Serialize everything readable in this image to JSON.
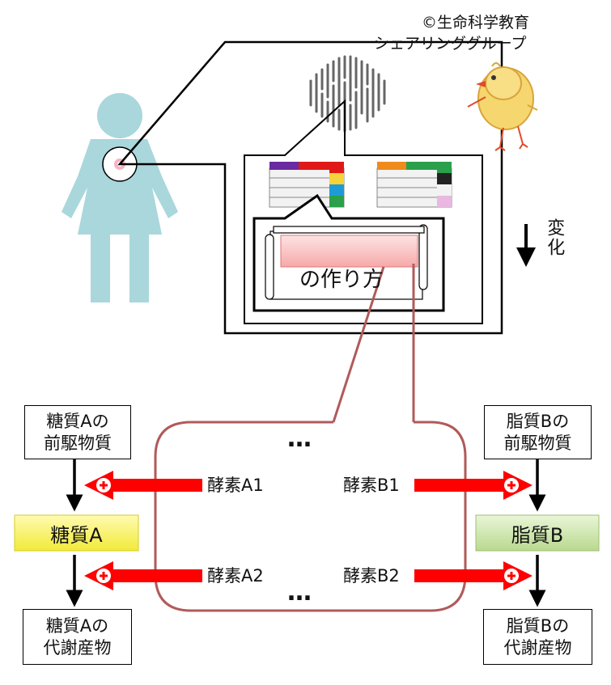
{
  "credit": {
    "line1": "©生命科学教育",
    "line2": "シェアリンググループ"
  },
  "change_label": "変化",
  "recipe_text": "の作り方",
  "dots_top": "…",
  "dots_bottom": "…",
  "left": {
    "precursor": {
      "line1": "糖質Aの",
      "line2": "前駆物質"
    },
    "product": "糖質A",
    "metabolite": {
      "line1": "糖質Aの",
      "line2": "代謝産物"
    }
  },
  "right": {
    "precursor": {
      "line1": "脂質Bの",
      "line2": "前駆物質"
    },
    "product": "脂質B",
    "metabolite": {
      "line1": "脂質Bの",
      "line2": "代謝産物"
    }
  },
  "enzymes": {
    "a1": "酵素A1",
    "a2": "酵素A2",
    "b1": "酵素B1",
    "b2": "酵素B2"
  },
  "colors": {
    "figure": "#a9d7dc",
    "arrow_red": "#ff0000",
    "bubble_border": "#b15a5a",
    "product_a": "#f7f15a",
    "product_b": "#c6e0a6",
    "recipe_pink": "#f9b7b7"
  }
}
